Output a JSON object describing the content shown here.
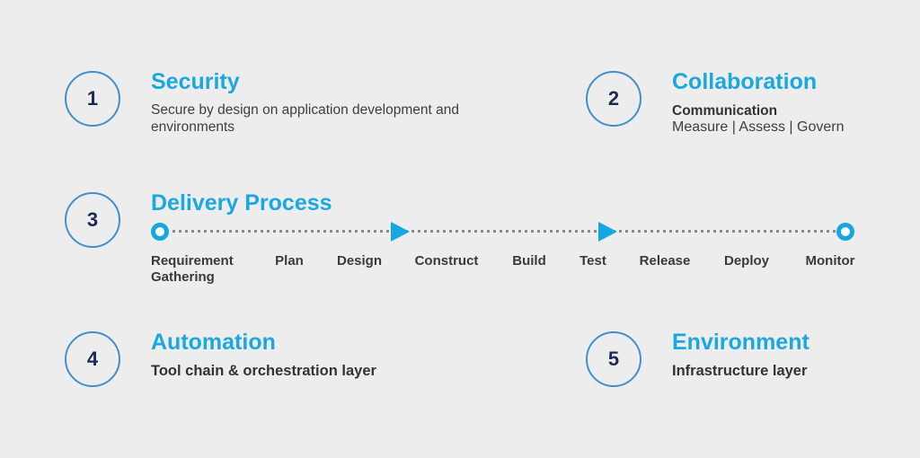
{
  "colors": {
    "background": "#ededed",
    "accent_cyan": "#1ba7e0",
    "circle_stroke": "#4190cb",
    "number_navy": "#1b2b52",
    "text_dark": "#3e3e3e",
    "dotted_line_gray": "#8a8a8a"
  },
  "security": {
    "number": "1",
    "title": "Security",
    "description": "Secure by design on application development and environments"
  },
  "collaboration": {
    "number": "2",
    "title": "Collaboration",
    "subtitle": "Communication",
    "detail": "Measure | Assess | Govern"
  },
  "delivery": {
    "number": "3",
    "title": "Delivery Process",
    "steps": [
      "Requirement Gathering",
      "Plan",
      "Design",
      "Construct",
      "Build",
      "Test",
      "Release",
      "Deploy",
      "Monitor"
    ]
  },
  "automation": {
    "number": "4",
    "title": "Automation",
    "subtitle": "Tool chain & orchestration layer"
  },
  "environment": {
    "number": "5",
    "title": "Environment",
    "subtitle": "Infrastructure layer"
  }
}
